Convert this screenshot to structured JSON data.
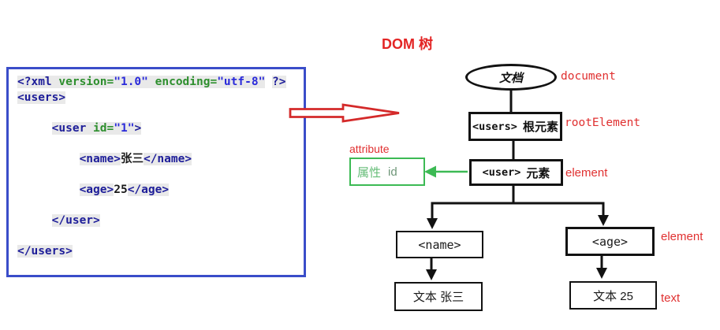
{
  "xml_panel": {
    "indent1": "     ",
    "indent2": "         ",
    "space": " ",
    "decl_open": "<?xml",
    "attr_version": "version=",
    "val_version": "\"1.0\"",
    "attr_encoding": "encoding=",
    "val_encoding": "\"utf-8\"",
    "decl_close": "?>",
    "users_open": "<users>",
    "user_open": "<user",
    "attr_id": "id=",
    "val_id": "\"1\"",
    "user_open_end": ">",
    "name_open": "<name>",
    "name_text": "张三",
    "name_close": "</name>",
    "age_open": "<age>",
    "age_text": "25",
    "age_close": "</age>",
    "user_close": "</user>",
    "users_close": "</users>"
  },
  "tree": {
    "title": "DOM 树",
    "document": {
      "node": "文档",
      "label": "document"
    },
    "root": {
      "tag": "<users>",
      "suffix": "根元素",
      "label": "rootElement"
    },
    "user": {
      "tag": "<user>",
      "suffix": "元素",
      "label": "element"
    },
    "attribute": {
      "cn": "属性",
      "name": "id",
      "label": "attribute"
    },
    "name_el": {
      "node": "<name>"
    },
    "age_el": {
      "node": "<age>",
      "label": "element"
    },
    "text_name": {
      "node": "文本 张三"
    },
    "text_age": {
      "node": "文本 25",
      "label": "text"
    }
  },
  "colors": {
    "panel_border_blue": "#3a4dc9",
    "code_tag_navy": "#1d1d99",
    "code_attr_green": "#2e8f2e",
    "code_value_blue": "#2a2ada",
    "annotation_red": "#e03030",
    "attribute_green": "#3cba54",
    "node_border_black": "#121212"
  }
}
